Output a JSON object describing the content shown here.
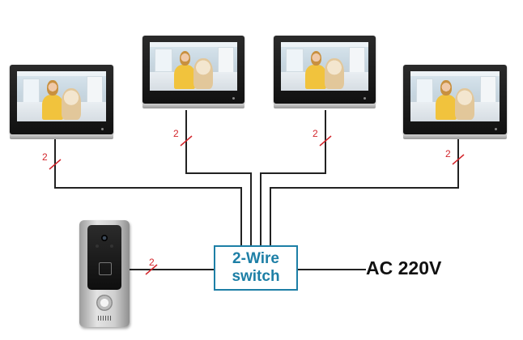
{
  "switch": {
    "line1": "2-Wire",
    "line2": "switch"
  },
  "power": {
    "label": "AC 220V"
  },
  "wire_tags": {
    "m1": "2",
    "m2": "2",
    "m3": "2",
    "m4": "2",
    "door": "2"
  },
  "colors": {
    "switch_border": "#1d7fa6",
    "wire": "#222222",
    "wire_tag": "#d3262c"
  },
  "devices": {
    "monitors": 4,
    "door_stations": 1
  },
  "icons": [
    "monitor-icon",
    "door-station-icon",
    "camera-icon",
    "call-button-icon"
  ]
}
